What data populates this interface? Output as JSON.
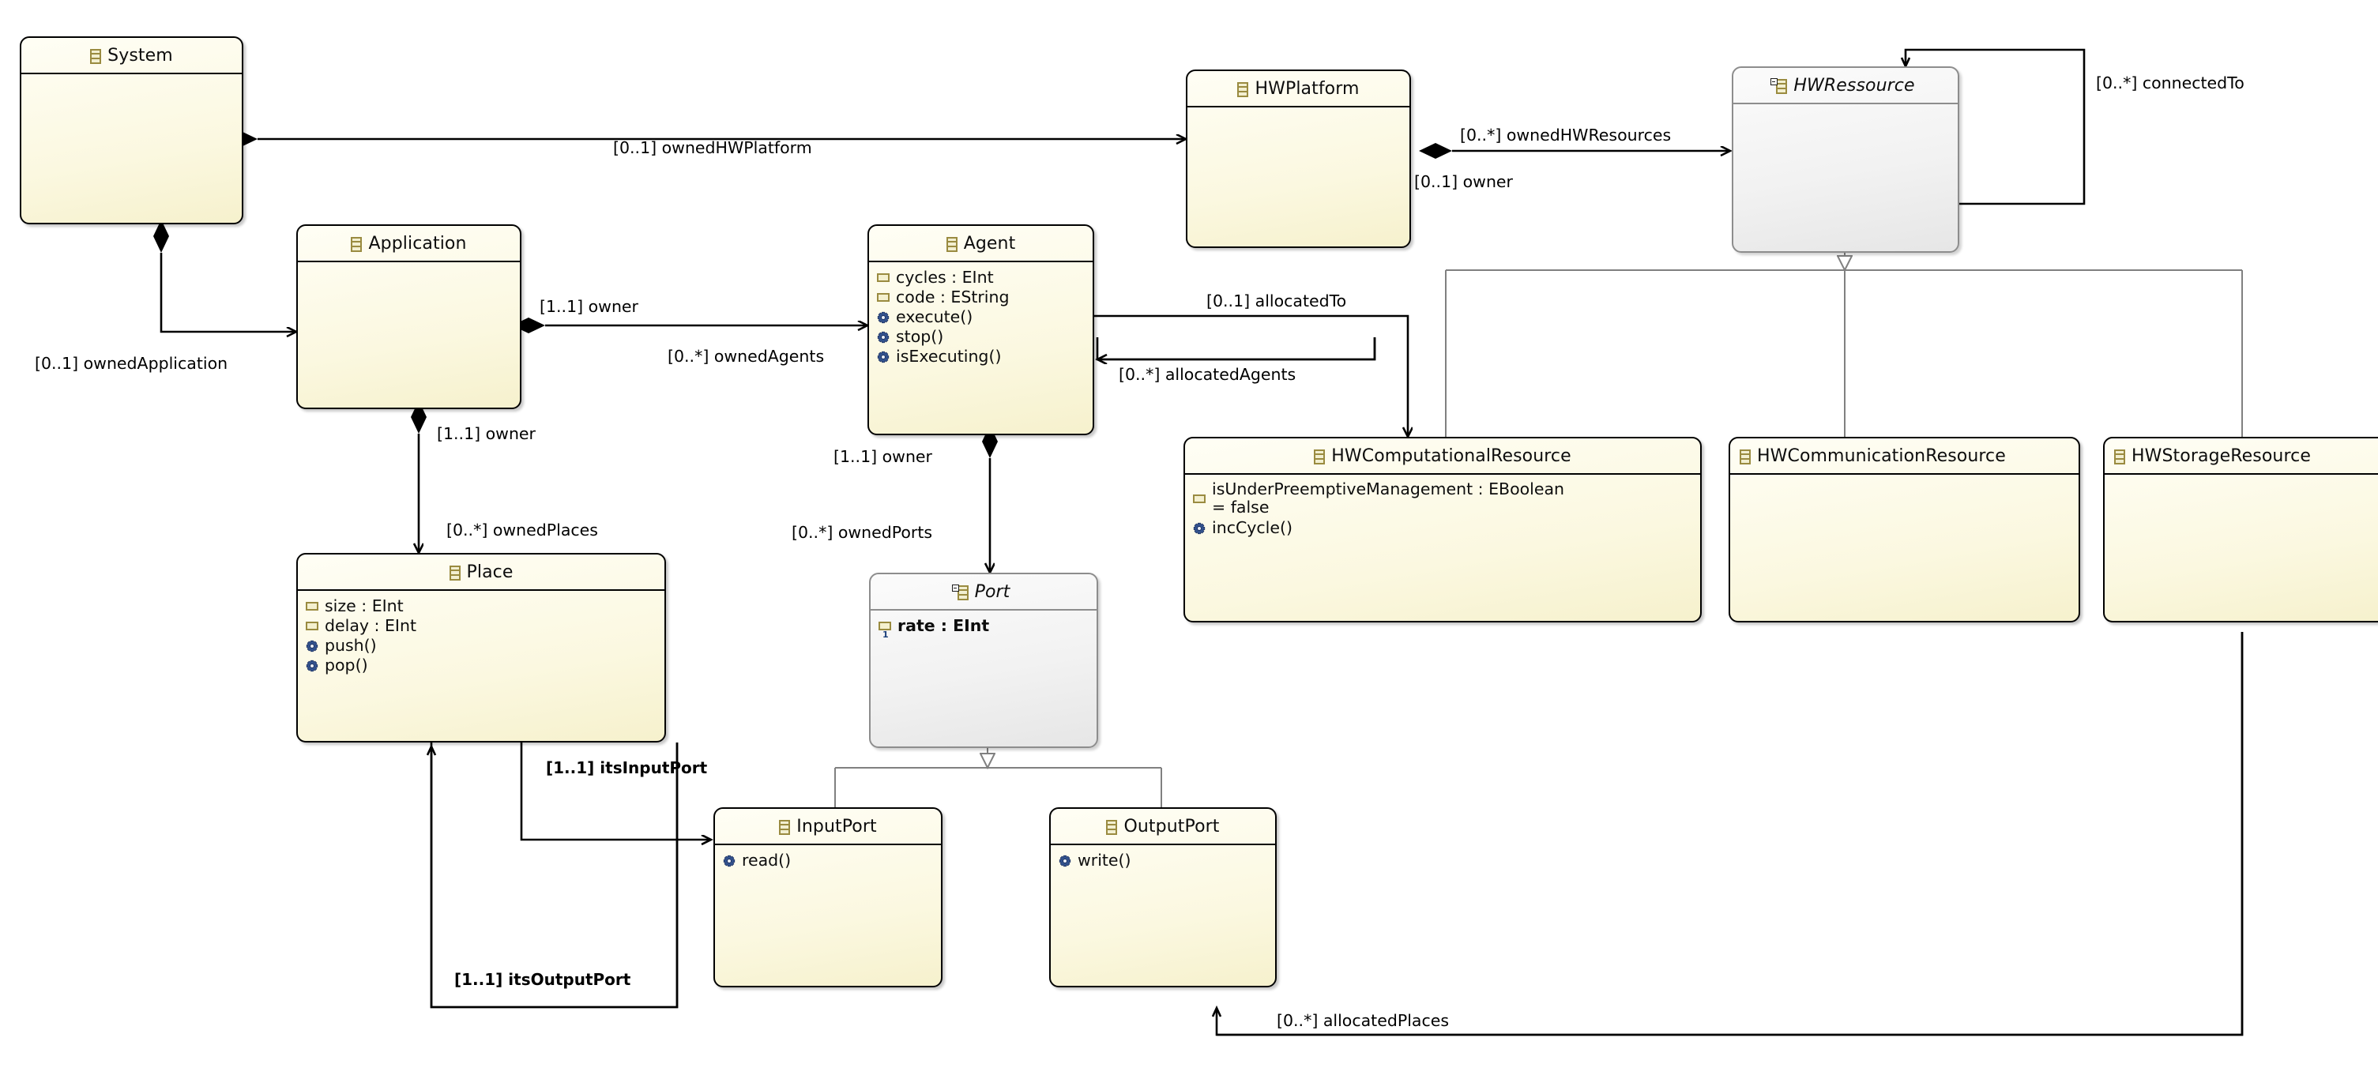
{
  "diagram": {
    "title": "UML Class Diagram",
    "kind": "uml-class-diagram",
    "colors": {
      "class_fill": "#fffdf0",
      "class_fill_bottom": "#f6f1cd",
      "class_border": "#000000",
      "abstract_fill": "#f2f2f2",
      "abstract_border": "#8d8d8d",
      "icon_gold": "#9a8b40",
      "icon_attr_fill": "#f4f0cf",
      "operation_blue": "#2a4a8c",
      "edge": "#000000",
      "generalization_edge": "#808080",
      "background": "#ffffff"
    }
  },
  "classes": [
    {
      "id": "system",
      "name": "System",
      "abstract": false,
      "icon": "class-icon",
      "features": []
    },
    {
      "id": "application",
      "name": "Application",
      "abstract": false,
      "icon": "class-icon",
      "features": []
    },
    {
      "id": "agent",
      "name": "Agent",
      "abstract": false,
      "icon": "class-icon",
      "features": [
        {
          "kind": "attribute",
          "icon": "attribute-icon",
          "text": "cycles : EInt"
        },
        {
          "kind": "attribute",
          "icon": "attribute-icon",
          "text": "code : EString"
        },
        {
          "kind": "operation",
          "icon": "operation-icon",
          "text": "execute()"
        },
        {
          "kind": "operation",
          "icon": "operation-icon",
          "text": "stop()"
        },
        {
          "kind": "operation",
          "icon": "operation-icon",
          "text": "isExecuting()"
        }
      ]
    },
    {
      "id": "place",
      "name": "Place",
      "abstract": false,
      "icon": "class-icon",
      "features": [
        {
          "kind": "attribute",
          "icon": "attribute-icon",
          "text": "size : EInt"
        },
        {
          "kind": "attribute",
          "icon": "attribute-icon",
          "text": "delay : EInt"
        },
        {
          "kind": "operation",
          "icon": "operation-icon",
          "text": "push()"
        },
        {
          "kind": "operation",
          "icon": "operation-icon",
          "text": "pop()"
        }
      ]
    },
    {
      "id": "port",
      "name": "Port",
      "abstract": true,
      "icon": "class-icon",
      "features": [
        {
          "kind": "attribute",
          "icon": "attribute-icon-one",
          "text": "rate : EInt",
          "bold": true
        }
      ]
    },
    {
      "id": "inputport",
      "name": "InputPort",
      "abstract": false,
      "icon": "class-icon",
      "features": [
        {
          "kind": "operation",
          "icon": "operation-icon",
          "text": "read()"
        }
      ]
    },
    {
      "id": "outputport",
      "name": "OutputPort",
      "abstract": false,
      "icon": "class-icon",
      "features": [
        {
          "kind": "operation",
          "icon": "operation-icon",
          "text": "write()"
        }
      ]
    },
    {
      "id": "hwplatform",
      "name": "HWPlatform",
      "abstract": false,
      "icon": "class-icon",
      "features": []
    },
    {
      "id": "hwressource",
      "name": "HWRessource",
      "abstract": true,
      "icon": "class-icon",
      "features": []
    },
    {
      "id": "hwcomputational",
      "name": "HWComputationalResource",
      "abstract": false,
      "icon": "class-icon",
      "features": [
        {
          "kind": "attribute",
          "icon": "attribute-icon",
          "text": "isUnderPreemptiveManagement : EBoolean",
          "text2": "= false",
          "two_line": true
        },
        {
          "kind": "operation",
          "icon": "operation-icon",
          "text": "incCycle()"
        }
      ]
    },
    {
      "id": "hwcommunication",
      "name": "HWCommunicationResource",
      "abstract": false,
      "icon": "class-icon",
      "features": []
    },
    {
      "id": "hwstorage",
      "name": "HWStorageResource",
      "abstract": false,
      "icon": "class-icon",
      "features": []
    }
  ],
  "edge_labels": [
    {
      "id": "ownedHWPlatform",
      "text": "[0..1] ownedHWPlatform",
      "bold": false
    },
    {
      "id": "ownedApplication",
      "text": "[0..1] ownedApplication",
      "bold": false
    },
    {
      "id": "ownerApplication",
      "text": "[1..1] owner",
      "bold": false
    },
    {
      "id": "ownedAgents",
      "text": "[0..*] ownedAgents",
      "bold": false
    },
    {
      "id": "ownerPlace",
      "text": "[1..1] owner",
      "bold": false
    },
    {
      "id": "ownedPlaces",
      "text": "[0..*] ownedPlaces",
      "bold": false
    },
    {
      "id": "ownerPort",
      "text": "[1..1] owner",
      "bold": false
    },
    {
      "id": "ownedPorts",
      "text": "[0..*] ownedPorts",
      "bold": false
    },
    {
      "id": "allocatedTo",
      "text": "[0..1] allocatedTo",
      "bold": false
    },
    {
      "id": "allocatedAgents",
      "text": "[0..*] allocatedAgents",
      "bold": false
    },
    {
      "id": "ownedHWResources",
      "text": "[0..*] ownedHWResources",
      "bold": false
    },
    {
      "id": "ownerHWResource",
      "text": "[0..1] owner",
      "bold": false
    },
    {
      "id": "connectedTo",
      "text": "[0..*] connectedTo",
      "bold": false
    },
    {
      "id": "itsInputPort",
      "text": "[1..1] itsInputPort",
      "bold": true
    },
    {
      "id": "itsOutputPort",
      "text": "[1..1] itsOutputPort",
      "bold": true
    },
    {
      "id": "allocatedPlaces",
      "text": "[0..*] allocatedPlaces",
      "bold": false
    }
  ],
  "relationships": [
    {
      "from": "system",
      "to": "hwplatform",
      "type": "composition",
      "label": "ownedHWPlatform"
    },
    {
      "from": "system",
      "to": "application",
      "type": "composition",
      "label": "ownedApplication"
    },
    {
      "from": "application",
      "to": "agent",
      "type": "composition",
      "labels": [
        "ownerApplication",
        "ownedAgents"
      ]
    },
    {
      "from": "application",
      "to": "place",
      "type": "composition",
      "labels": [
        "ownerPlace",
        "ownedPlaces"
      ]
    },
    {
      "from": "agent",
      "to": "port",
      "type": "composition",
      "labels": [
        "ownerPort",
        "ownedPorts"
      ]
    },
    {
      "from": "agent",
      "to": "hwcomputational",
      "type": "association",
      "label": "allocatedTo"
    },
    {
      "from": "hwcomputational",
      "to": "agent",
      "type": "association",
      "label": "allocatedAgents"
    },
    {
      "from": "hwplatform",
      "to": "hwressource",
      "type": "composition",
      "labels": [
        "ownedHWResources",
        "ownerHWResource"
      ]
    },
    {
      "from": "hwressource",
      "to": "hwressource",
      "type": "association",
      "label": "connectedTo"
    },
    {
      "from": "place",
      "to": "inputport",
      "type": "association",
      "label": "itsInputPort"
    },
    {
      "from": "place",
      "to": "outputport",
      "type": "association",
      "label": "itsOutputPort"
    },
    {
      "from": "hwstorage",
      "to": "place",
      "type": "association",
      "label": "allocatedPlaces"
    },
    {
      "from": "hwcomputational",
      "to": "hwressource",
      "type": "generalization"
    },
    {
      "from": "hwcommunication",
      "to": "hwressource",
      "type": "generalization"
    },
    {
      "from": "hwstorage",
      "to": "hwressource",
      "type": "generalization"
    },
    {
      "from": "inputport",
      "to": "port",
      "type": "generalization"
    },
    {
      "from": "outputport",
      "to": "port",
      "type": "generalization"
    }
  ]
}
